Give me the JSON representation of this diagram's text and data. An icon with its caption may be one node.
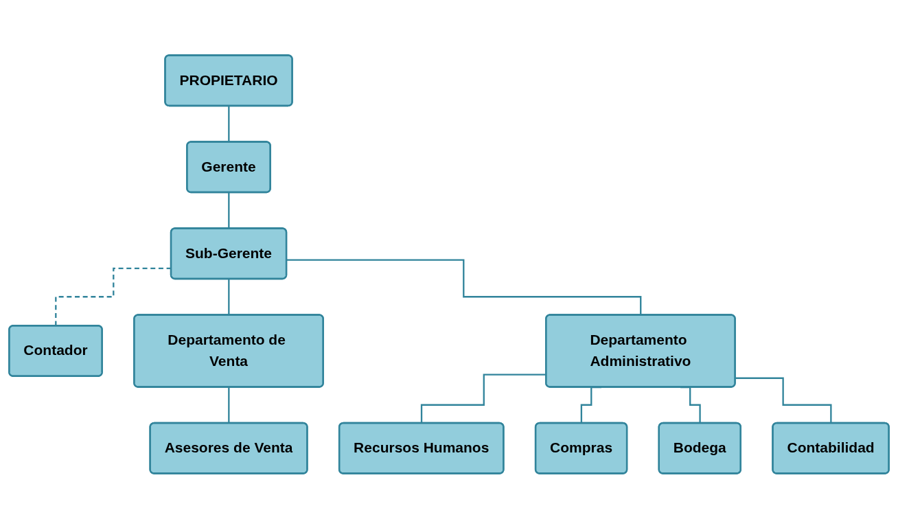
{
  "diagram": {
    "nodes": [
      {
        "text": [
          "PROPIETARIO"
        ]
      },
      {
        "text": [
          "Gerente"
        ]
      },
      {
        "text": [
          "Sub-Gerente"
        ]
      },
      {
        "text": [
          "Contador"
        ]
      },
      {
        "text": [
          "Departamento de Venta"
        ]
      },
      {
        "text": [
          "Departamento Administrativo"
        ]
      },
      {
        "text": [
          "Asesores de Venta"
        ]
      },
      {
        "text": [
          "Recursos Humanos"
        ]
      },
      {
        "text": [
          "Compras"
        ]
      },
      {
        "text": [
          "Bodega"
        ]
      },
      {
        "text": [
          "Contabilidad"
        ]
      }
    ],
    "edges": [
      {
        "from": 0,
        "to": 1,
        "arrow": "none"
      },
      {
        "from": 1,
        "to": 2,
        "arrow": "none"
      },
      {
        "from": 2,
        "to": 3,
        "arrow": "none",
        "style": "dashed"
      },
      {
        "from": 2,
        "to": 4,
        "arrow": "none"
      },
      {
        "from": 2,
        "to": 5,
        "arrow": "none"
      },
      {
        "from": 4,
        "to": 6,
        "arrow": "none"
      },
      {
        "from": 5,
        "to": 7,
        "arrow": "none"
      },
      {
        "from": 5,
        "to": 8,
        "arrow": "none"
      },
      {
        "from": 5,
        "to": 9,
        "arrow": "none"
      },
      {
        "from": 5,
        "to": 10,
        "arrow": "none"
      }
    ]
  }
}
